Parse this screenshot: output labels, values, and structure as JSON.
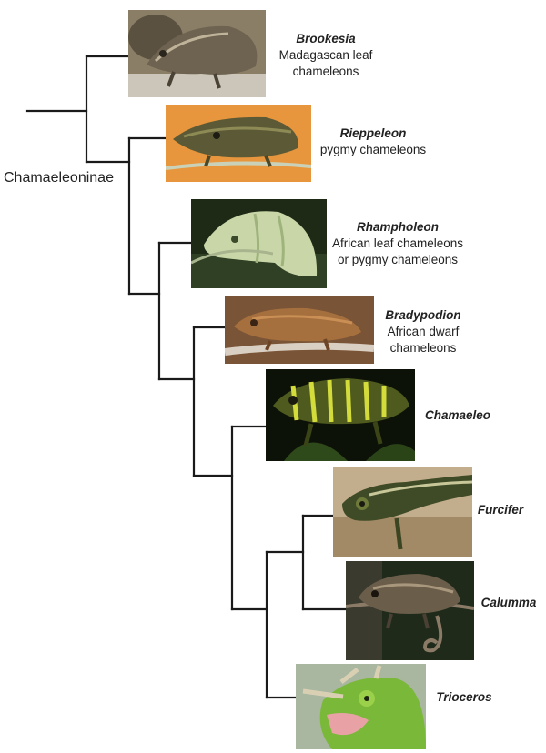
{
  "subfamily": "Chamaeleoninae",
  "taxa": [
    {
      "genus": "Brookesia",
      "common": "Madagascan leaf chameleons",
      "common_lines": [
        "Madagascan leaf",
        "chameleons"
      ]
    },
    {
      "genus": "Rieppeleon",
      "common": "pygmy chameleons",
      "common_lines": [
        "pygmy chameleons"
      ]
    },
    {
      "genus": "Rhampholeon",
      "common": "African leaf chameleons or pygmy chameleons",
      "common_lines": [
        "African leaf chameleons",
        "or pygmy chameleons"
      ]
    },
    {
      "genus": "Bradypodion",
      "common": "African dwarf chameleons",
      "common_lines": [
        "African dwarf",
        "chameleons"
      ]
    },
    {
      "genus": "Chamaeleo",
      "common": "",
      "common_lines": []
    },
    {
      "genus": "Furcifer",
      "common": "",
      "common_lines": []
    },
    {
      "genus": "Calumma",
      "common": "",
      "common_lines": []
    },
    {
      "genus": "Trioceros",
      "common": "",
      "common_lines": []
    }
  ]
}
